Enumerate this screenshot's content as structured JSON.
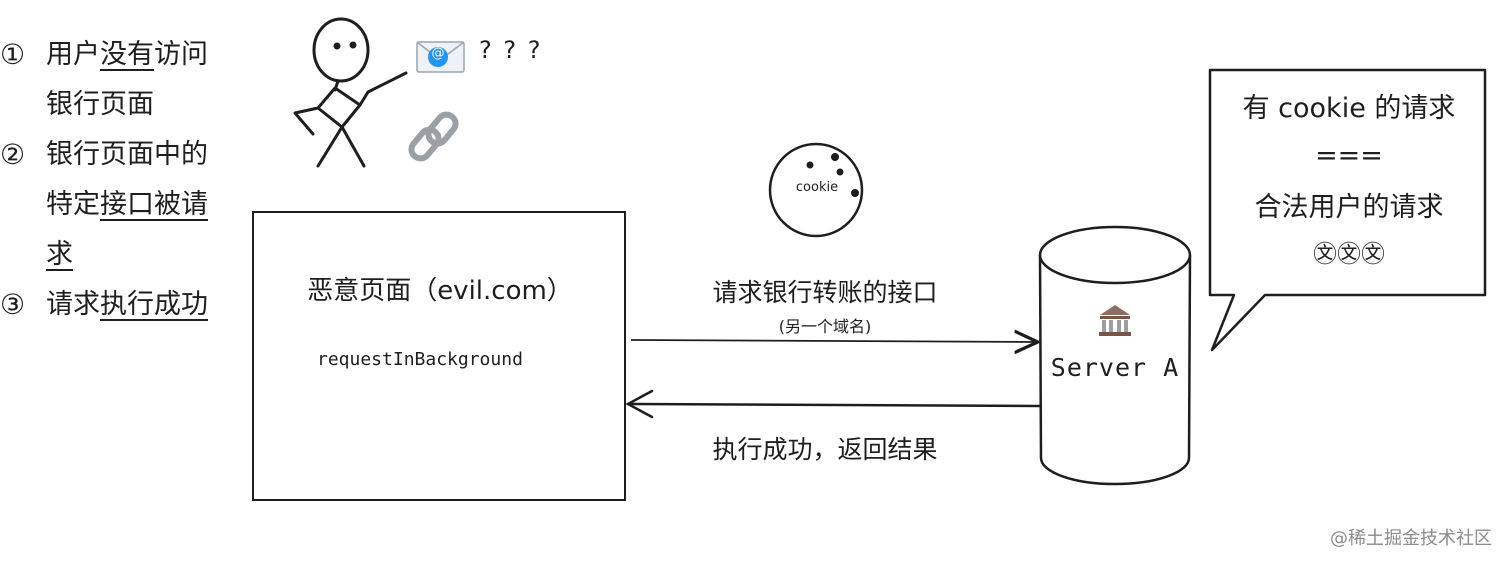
{
  "steps": [
    {
      "num": "①",
      "parts": [
        {
          "text": "用户",
          "u": false
        },
        {
          "text": "没有",
          "u": true
        },
        {
          "text": "访问银行页面",
          "u": false
        }
      ]
    },
    {
      "num": "②",
      "parts": [
        {
          "text": "银行页面中的特定",
          "u": false
        },
        {
          "text": "接口被请求",
          "u": true
        }
      ]
    },
    {
      "num": "③",
      "parts": [
        {
          "text": "请求",
          "u": false
        },
        {
          "text": "执行成功",
          "u": true
        }
      ]
    }
  ],
  "question_marks": "? ? ?",
  "email_icon_symbol": "@",
  "cookie_label": "cookie",
  "evil_page": {
    "title": "恶意页面（evil.com）",
    "code": "requestInBackground"
  },
  "request_arrow": {
    "label": "请求银行转账的接口",
    "sublabel": "(另一个域名)"
  },
  "response_arrow": {
    "label": "执行成功，返回结果"
  },
  "server": {
    "label": "Server A",
    "icon": "bank-icon"
  },
  "bubble": {
    "line1": "有 cookie 的请求",
    "line2": "===",
    "line3": "合法用户的请求",
    "line4": "㉆㉆㉆"
  },
  "watermark": "@稀土掘金技术社区"
}
